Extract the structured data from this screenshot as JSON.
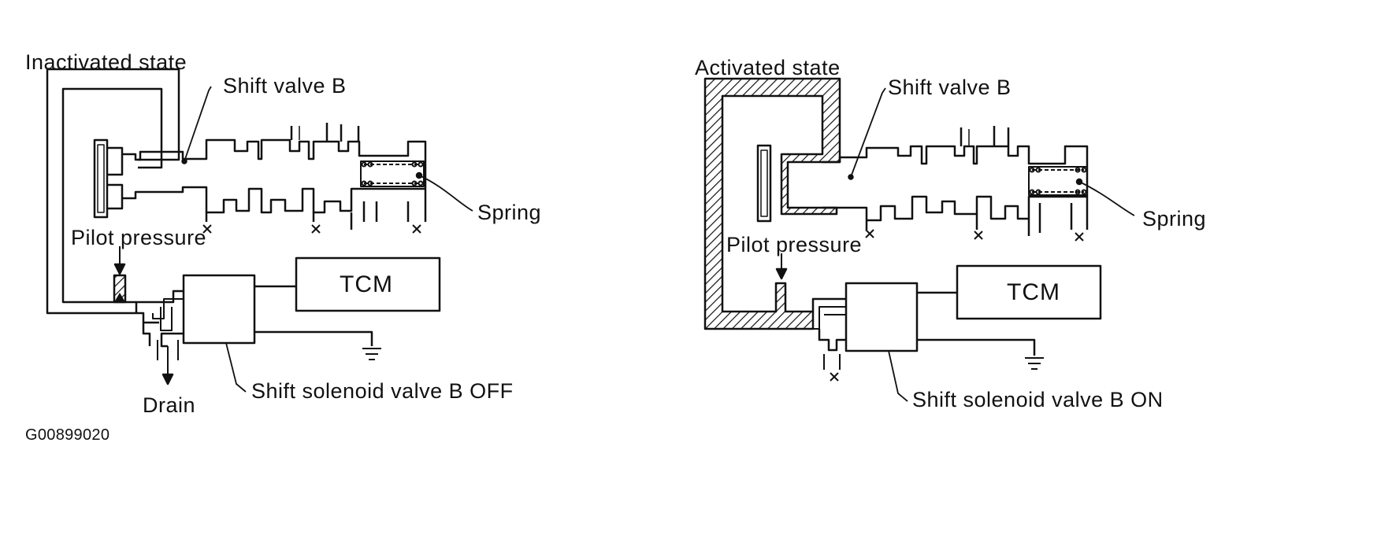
{
  "left": {
    "state_label": "Inactivated state",
    "shift_valve_label": "Shift valve B",
    "spring_label": "Spring",
    "pilot_pressure_label": "Pilot pressure",
    "tcm_label": "TCM",
    "solenoid_label": "Shift solenoid valve B OFF",
    "drain_label": "Drain"
  },
  "right": {
    "state_label": "Activated state",
    "shift_valve_label": "Shift valve B",
    "spring_label": "Spring",
    "pilot_pressure_label": "Pilot pressure",
    "tcm_label": "TCM",
    "solenoid_label": "Shift solenoid valve B ON"
  },
  "figure_id": "G00899020",
  "colors": {
    "ink": "#111111",
    "background": "#ffffff"
  }
}
